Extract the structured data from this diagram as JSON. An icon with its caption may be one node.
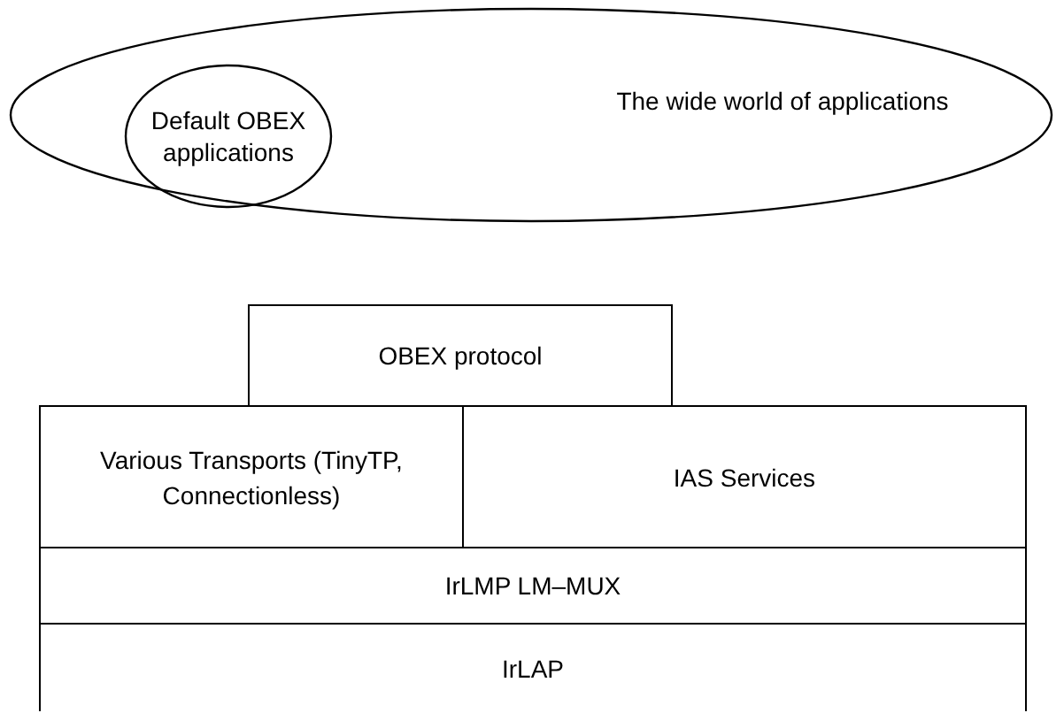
{
  "diagram": {
    "nodes": [
      {
        "text": [
          "The wide world of applications"
        ]
      },
      {
        "text": [
          "Default OBEX applications"
        ],
        "in": 0
      },
      {
        "text": [
          "OBEX protocol"
        ]
      },
      {
        "text": [
          "Various Transports (TinyTP, Connectionless)"
        ]
      },
      {
        "text": [
          "IAS Services"
        ]
      },
      {
        "text": [
          "IrLMP LM–MUX"
        ]
      },
      {
        "text": [
          "IrLAP"
        ]
      }
    ]
  }
}
